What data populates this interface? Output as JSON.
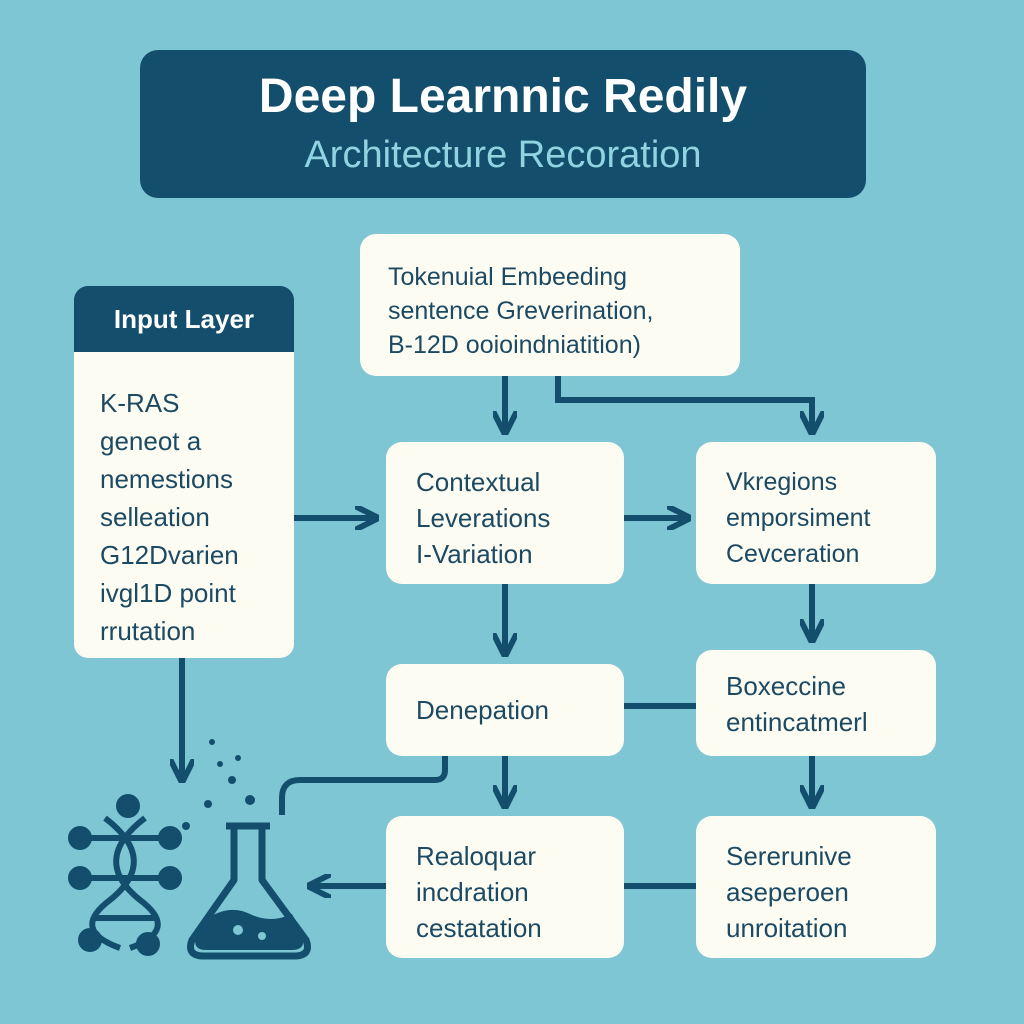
{
  "title": {
    "line1": "Deep Learnnic Redily",
    "line2": "Architecture Recoration"
  },
  "input_layer": {
    "header": "Input Layer",
    "lines": [
      "K-RAS",
      "geneot a",
      "nemestions",
      "selleation",
      "G12Dvarien",
      "ivgl1D point",
      "rrutation"
    ]
  },
  "nodes": {
    "embedding": {
      "lines": [
        "Tokenuial Embeeding",
        "sentence Greverination,",
        "B-12D ooioindniatition)"
      ]
    },
    "contextual": {
      "lines": [
        "Contextual",
        "Leverations",
        "I-Variation"
      ]
    },
    "vkregions": {
      "lines": [
        "Vkregions",
        "emporsiment",
        "Cevceration"
      ]
    },
    "denepation": {
      "lines": [
        "Denepation"
      ]
    },
    "boxeccine": {
      "lines": [
        "Boxeccine",
        "entincatmerl"
      ]
    },
    "realoquar": {
      "lines": [
        "Realoquar",
        "incdration",
        "cestatation"
      ]
    },
    "sererunive": {
      "lines": [
        "Sererunive",
        "aseperoen",
        "unroitation"
      ]
    }
  },
  "colors": {
    "background": "#7ec6d3",
    "banner": "#134f6d",
    "subtitle": "#8fd4e0",
    "box": "#fdfcf3",
    "text": "#1d4a63",
    "connector": "#134f6d"
  },
  "icons": [
    "dna-molecule-icon",
    "flask-icon"
  ]
}
